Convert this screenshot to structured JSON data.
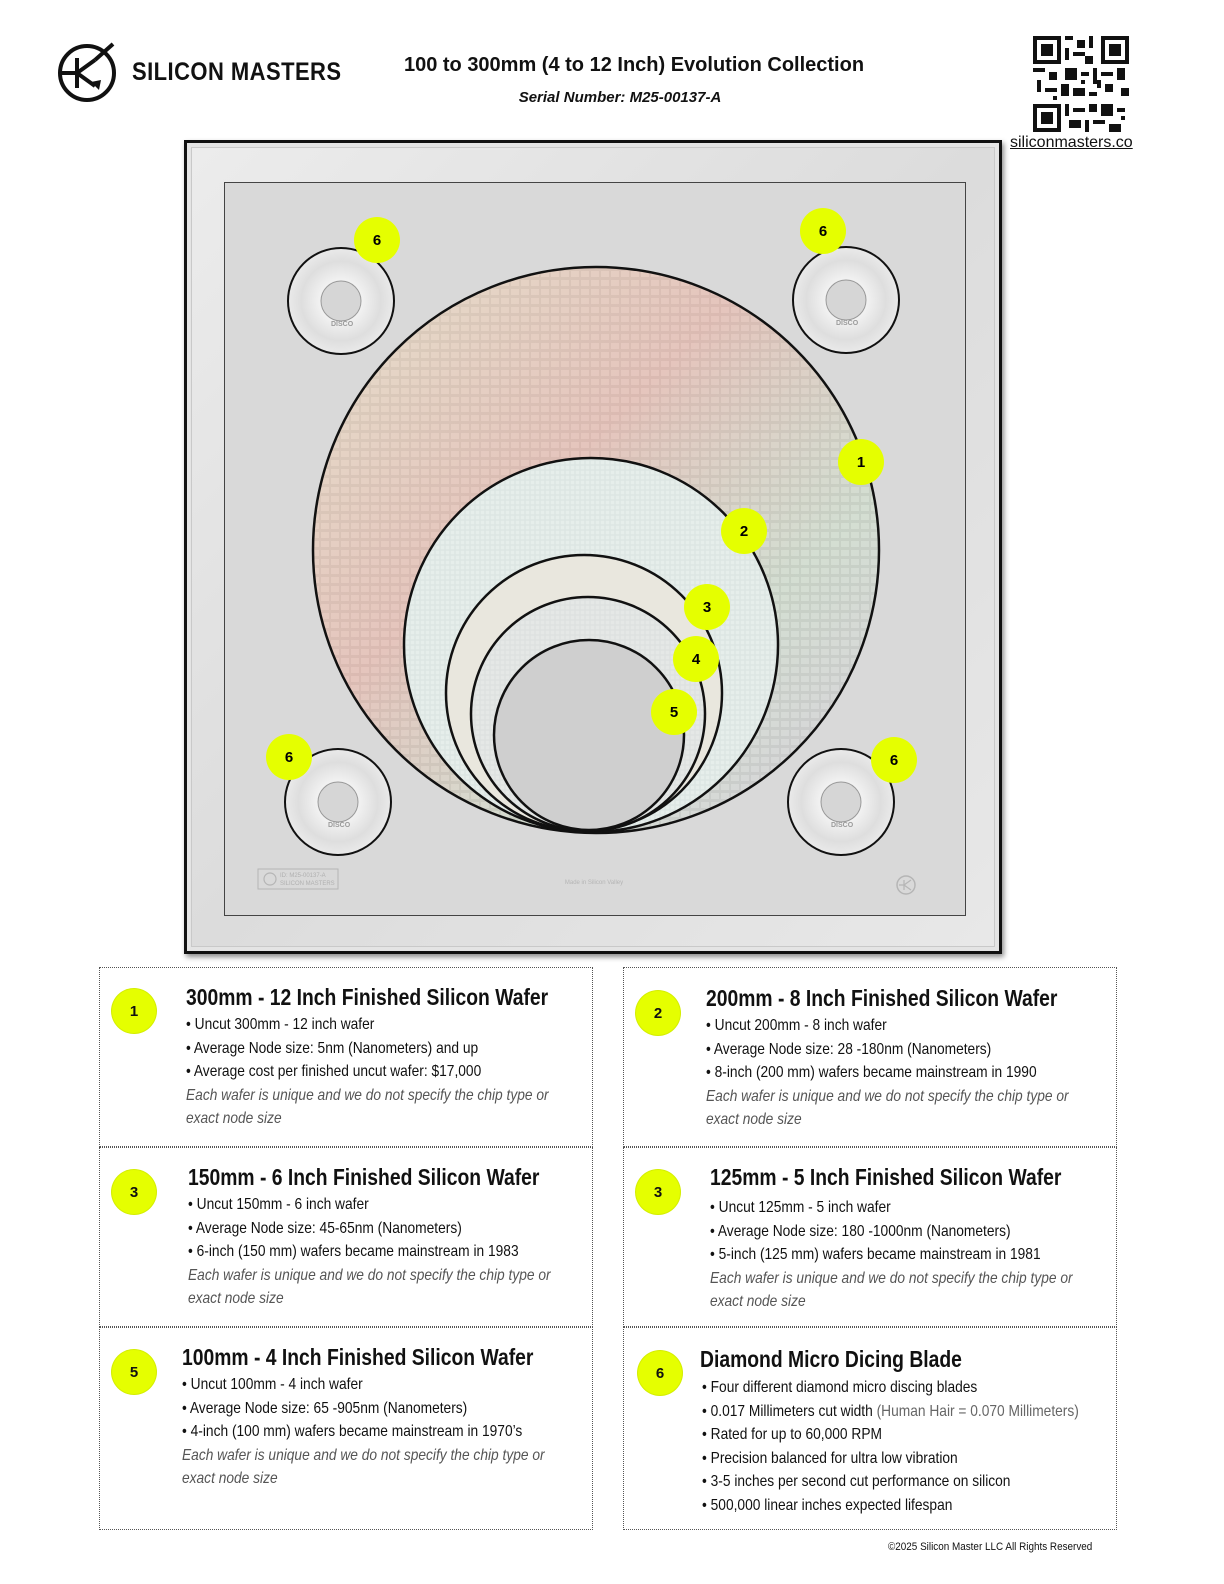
{
  "header": {
    "brand_name": "SILICON MASTERS",
    "title": "100 to 300mm (4 to 12 Inch) Evolution Collection",
    "serial": "Serial Number: M25-00137-A",
    "site": "siliconmasters.co",
    "logo_icon": "silicon-masters-logo-icon",
    "qr_icon": "qr-code-icon"
  },
  "frame": {
    "markers": {
      "m1": "1",
      "m2": "2",
      "m3": "3",
      "m4": "4",
      "m5": "5",
      "m6a": "6",
      "m6b": "6",
      "m6c": "6",
      "m6d": "6"
    },
    "plate_id_line1": "ID: M25-00137-A",
    "plate_id_line2": "SILICON MASTERS",
    "made_in": "Made in Silicon Valley",
    "blade_brand": "DISCO"
  },
  "colors": {
    "badge": "#e5ff00",
    "frame_border": "#111111",
    "mat": "#d9d9d9"
  },
  "boxes": [
    {
      "badge": "1",
      "title": "300mm - 12 Inch Finished Silicon Wafer",
      "lines": [
        "• Uncut 300mm - 12 inch wafer",
        "• Average Node size: 5nm (Nanometers) and up",
        "• Average cost per finished uncut wafer: $17,000"
      ],
      "note": "Each wafer is unique and we do not specify the chip type or exact node size"
    },
    {
      "badge": "2",
      "title": "200mm - 8 Inch Finished Silicon Wafer",
      "lines": [
        "• Uncut 200mm - 8 inch wafer",
        "• Average Node size: 28 -180nm (Nanometers)",
        "• 8-inch (200 mm) wafers became mainstream in 1990"
      ],
      "note": "Each wafer is unique and we do not specify the chip type or exact node size"
    },
    {
      "badge": "3",
      "title": "150mm - 6 Inch Finished Silicon Wafer",
      "lines": [
        "• Uncut 150mm - 6 inch wafer",
        "• Average Node size: 45-65nm (Nanometers)",
        "• 6-inch (150 mm) wafers became mainstream in 1983"
      ],
      "note": "Each wafer is unique and we do not specify the chip type or exact node size"
    },
    {
      "badge": "3",
      "title": "125mm - 5 Inch Finished Silicon Wafer",
      "lines": [
        "• Uncut 125mm - 5 inch wafer",
        "• Average Node size: 180 -1000nm (Nanometers)",
        "•  5-inch (125 mm) wafers became mainstream in 1981"
      ],
      "note": "Each wafer is unique and we do not specify the chip type or exact node size"
    },
    {
      "badge": "5",
      "title": "100mm - 4 Inch Finished Silicon Wafer",
      "lines": [
        "• Uncut 100mm - 4 inch wafer",
        "• Average Node size: 65 -905nm (Nanometers)",
        "• 4-inch (100 mm) wafers became mainstream in 1970’s"
      ],
      "note": "Each wafer is unique and we do not specify the chip type or exact node size"
    },
    {
      "badge": "6",
      "title": "Diamond Micro Dicing Blade",
      "lines": [
        "•  Four different diamond micro discing blades",
        "•  0.017 Millimeters cut width",
        "• Rated for up to 60,000 RPM",
        "• Precision balanced for ultra low vibration",
        "• 3-5 inches per second cut performance on silicon",
        "• 500,000 linear inches expected lifespan"
      ],
      "line2_suffix": " (Human Hair = 0.070 Millimeters)"
    }
  ],
  "footer": {
    "copyright": "©2025  Silicon Master LLC All Rights Reserved"
  }
}
